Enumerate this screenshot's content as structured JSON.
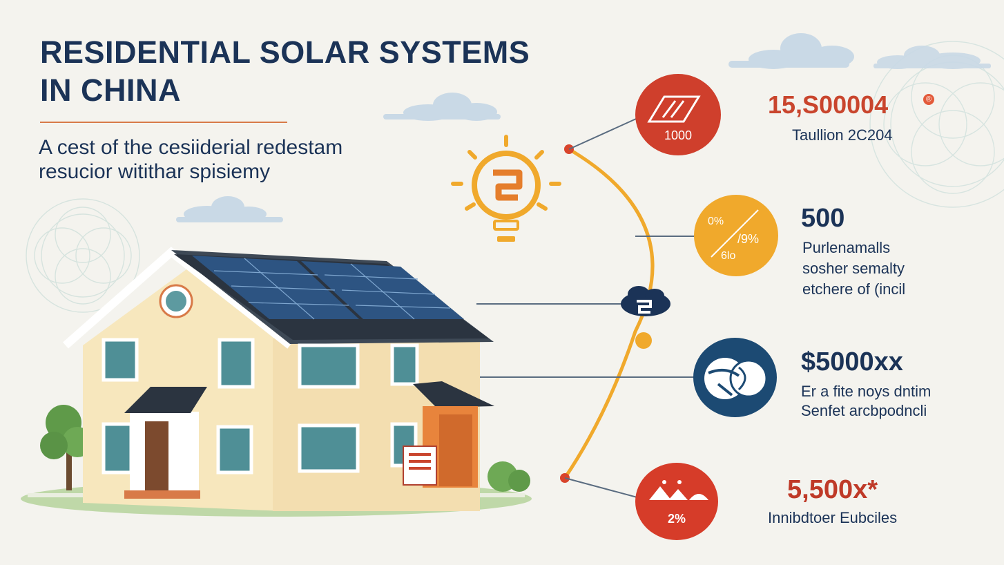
{
  "header": {
    "title_line1": "RESIDENTIAL SOLAR SYSTEMS",
    "title_line2": "IN CHINA",
    "subtitle_line1": "A cest of the cesiiderial redestam",
    "subtitle_line2": "resucior witithar spisiemy"
  },
  "stats": [
    {
      "icon": "panel-icon",
      "badge": "1000",
      "value": "15,S00004",
      "value_mark": "®",
      "lines": [
        "Taullion 2C204"
      ],
      "color": "#cf3f2c"
    },
    {
      "icon": "percent-icon",
      "badge_top": "0%",
      "badge_right": "/9%",
      "badge_bottom": "6lo",
      "value": "500",
      "lines": [
        "Purlenamalls",
        "sosher semalty",
        "etchere of (incil"
      ],
      "color": "#f0a92c"
    },
    {
      "icon": "coins-icon",
      "value": "$5000xx",
      "lines": [
        "Er a fite noys dntim",
        "Senfet arcbpodncli"
      ],
      "color": "#1c4a73"
    },
    {
      "icon": "mountain-icon",
      "badge": "2%",
      "value": "5,500x*",
      "lines": [
        "Innibdtoer Eubciles"
      ],
      "color": "#d63c29"
    }
  ],
  "colors": {
    "navy": "#1b3357",
    "orange": "#f0a92c",
    "red": "#cf3f2c",
    "background": "#f4f3ee"
  }
}
